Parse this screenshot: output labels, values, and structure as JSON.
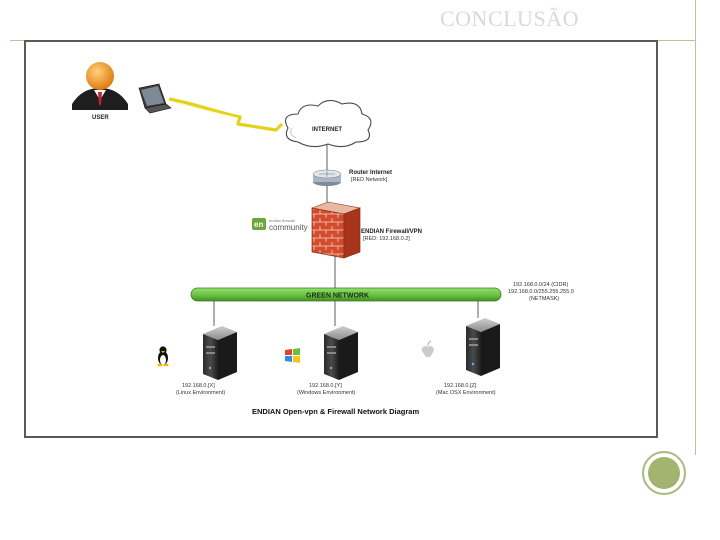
{
  "slide": {
    "title": "CONCLUSÃO"
  },
  "diagram": {
    "user_label": "USER",
    "internet_label": "INTERNET",
    "router": {
      "name": "Router Internet",
      "sub": "[RED Network]"
    },
    "community_logo": {
      "mark": "en",
      "text": "community",
      "small": "endian firewall"
    },
    "firewall": {
      "name": "ENDIAN Firewall/VPN",
      "sub": "[RED: 192.168.0.2]"
    },
    "green_network": "GREEN NETWORK",
    "network_info": [
      "192.168.0.0/24 (CIDR)",
      "192.168.0.0/255.255.255.0",
      "(NETMASK)"
    ],
    "servers": [
      {
        "ip": "192.168.0.[X]",
        "env": "(Linux Environment)",
        "os_icon": "linux-tux-icon"
      },
      {
        "ip": "192.168.0.[Y]",
        "env": "(Windows Environment)",
        "os_icon": "windows-logo-icon"
      },
      {
        "ip": "192.168.0.[Z]",
        "env": "(Mac OSX Environment)",
        "os_icon": "apple-logo-icon"
      }
    ],
    "caption": "ENDIAN Open-vpn & Firewall Network Diagram"
  },
  "colors": {
    "green_bar": "#6bc145",
    "firewall_brick": "#d34a2c",
    "slide_accent": "#a2b46f"
  }
}
